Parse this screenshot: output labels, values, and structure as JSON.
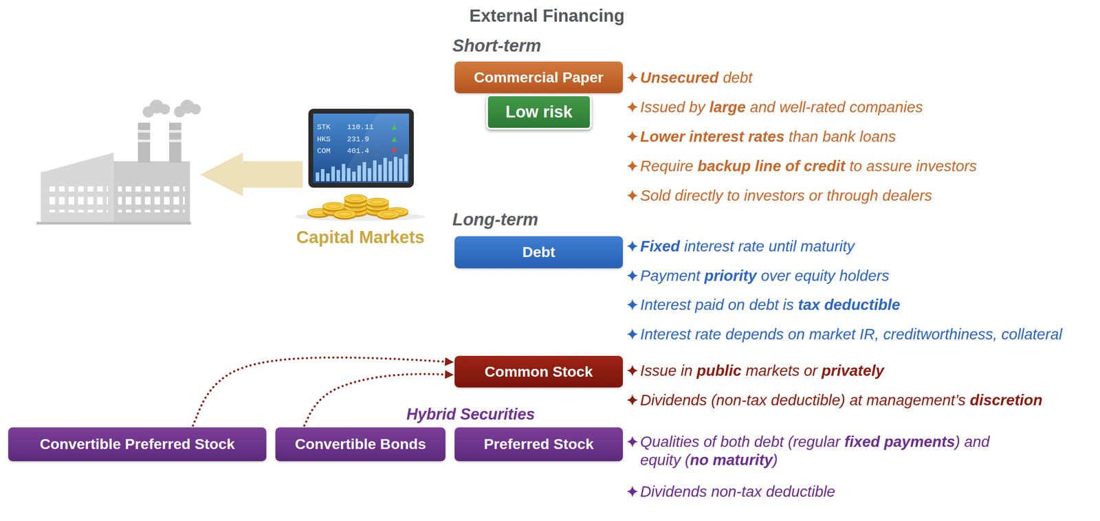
{
  "diagram": {
    "title": "External Financing",
    "nodes": [
      {
        "text": [
          "Commercial Paper"
        ]
      },
      {
        "text": [
          "Low risk"
        ]
      },
      {
        "text": [
          "Debt"
        ]
      },
      {
        "text": [
          "Common Stock"
        ]
      },
      {
        "text": [
          "Convertible Preferred Stock"
        ]
      },
      {
        "text": [
          "Convertible Bonds"
        ]
      },
      {
        "text": [
          "Preferred Stock"
        ]
      }
    ],
    "edges": [
      {
        "from": 4,
        "to": 3,
        "arrow": "to"
      },
      {
        "from": 5,
        "to": 3,
        "arrow": "to"
      }
    ],
    "labels": [
      "Short-term",
      "Unsecured debt",
      "Issued by large and well-rated companies",
      "Lower interest rates than bank loans",
      "Require backup line of credit to assure investors",
      "Sold directly to investors or through dealers",
      "STK",
      "110.11",
      "HKS",
      "231.9",
      "COM",
      "401.4",
      "Capital Markets",
      "Long-term",
      "Fixed interest rate until maturity",
      "Payment priority over equity holders",
      "Interest paid on debt is tax deductible",
      "Interest rate depends on market IR, creditworthiness, collateral",
      "Issue in public markets or privately",
      "Dividends (non-tax deductible) at management’s discretion",
      "Hybrid Securities",
      "Qualities of both debt (regular fixed payments) and equity (no maturity)",
      "Dividends non-tax deductible"
    ]
  }
}
